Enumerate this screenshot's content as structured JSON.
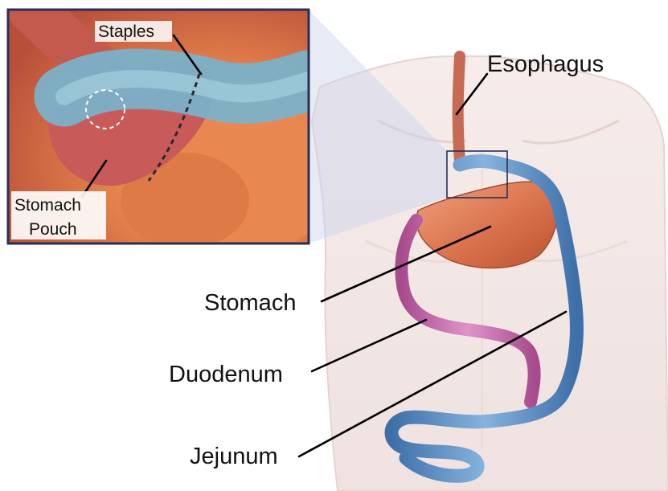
{
  "labels": {
    "staples": "Staples",
    "stomach_pouch_line1": "Stomach",
    "stomach_pouch_line2": "Pouch",
    "esophagus": "Esophagus",
    "stomach": "Stomach",
    "duodenum": "Duodenum",
    "jejunum": "Jejunum"
  },
  "colors": {
    "background": "#ffffff",
    "stomach": "#d9724c",
    "jejunum": "#5d8fc4",
    "duodenum": "#c36aa9",
    "body_outline": "#e8d8d4",
    "inset_frame": "#2a2e55"
  }
}
